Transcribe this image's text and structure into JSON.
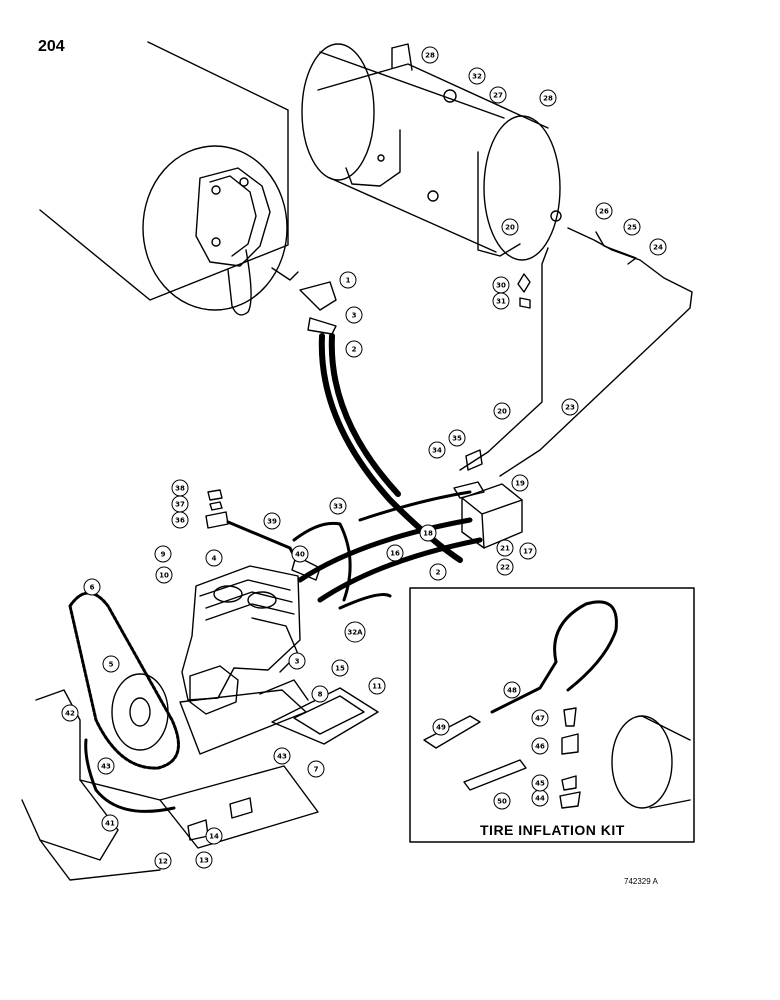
{
  "page_number": "204",
  "inset_title": "TIRE INFLATION KIT",
  "figure_code": "742329 A",
  "callouts": [
    {
      "id": "c1",
      "label": "1"
    },
    {
      "id": "c2a",
      "label": "2"
    },
    {
      "id": "c3a",
      "label": "3"
    },
    {
      "id": "c2b",
      "label": "2"
    },
    {
      "id": "c3b",
      "label": "3"
    },
    {
      "id": "c4",
      "label": "4"
    },
    {
      "id": "c5",
      "label": "5"
    },
    {
      "id": "c6",
      "label": "6"
    },
    {
      "id": "c7",
      "label": "7"
    },
    {
      "id": "c8",
      "label": "8"
    },
    {
      "id": "c9",
      "label": "9"
    },
    {
      "id": "c10",
      "label": "10"
    },
    {
      "id": "c11",
      "label": "11"
    },
    {
      "id": "c12",
      "label": "12"
    },
    {
      "id": "c13",
      "label": "13"
    },
    {
      "id": "c14",
      "label": "14"
    },
    {
      "id": "c15",
      "label": "15"
    },
    {
      "id": "c16",
      "label": "16"
    },
    {
      "id": "c17",
      "label": "17"
    },
    {
      "id": "c18",
      "label": "18"
    },
    {
      "id": "c19",
      "label": "19"
    },
    {
      "id": "c20a",
      "label": "20"
    },
    {
      "id": "c20b",
      "label": "20"
    },
    {
      "id": "c21",
      "label": "21"
    },
    {
      "id": "c22",
      "label": "22"
    },
    {
      "id": "c23",
      "label": "23"
    },
    {
      "id": "c24",
      "label": "24"
    },
    {
      "id": "c25",
      "label": "25"
    },
    {
      "id": "c26",
      "label": "26"
    },
    {
      "id": "c27",
      "label": "27"
    },
    {
      "id": "c28a",
      "label": "28"
    },
    {
      "id": "c28b",
      "label": "28"
    },
    {
      "id": "c30",
      "label": "30"
    },
    {
      "id": "c31",
      "label": "31"
    },
    {
      "id": "c32",
      "label": "32"
    },
    {
      "id": "c32a",
      "label": "32A"
    },
    {
      "id": "c33",
      "label": "33"
    },
    {
      "id": "c34",
      "label": "34"
    },
    {
      "id": "c35",
      "label": "35"
    },
    {
      "id": "c36",
      "label": "36"
    },
    {
      "id": "c37",
      "label": "37"
    },
    {
      "id": "c38",
      "label": "38"
    },
    {
      "id": "c39",
      "label": "39"
    },
    {
      "id": "c40",
      "label": "40"
    },
    {
      "id": "c41",
      "label": "41"
    },
    {
      "id": "c42",
      "label": "42"
    },
    {
      "id": "c43a",
      "label": "43"
    },
    {
      "id": "c43b",
      "label": "43"
    },
    {
      "id": "c44",
      "label": "44"
    },
    {
      "id": "c45",
      "label": "45"
    },
    {
      "id": "c46",
      "label": "46"
    },
    {
      "id": "c47",
      "label": "47"
    },
    {
      "id": "c48",
      "label": "48"
    },
    {
      "id": "c49",
      "label": "49"
    },
    {
      "id": "c50",
      "label": "50"
    }
  ]
}
